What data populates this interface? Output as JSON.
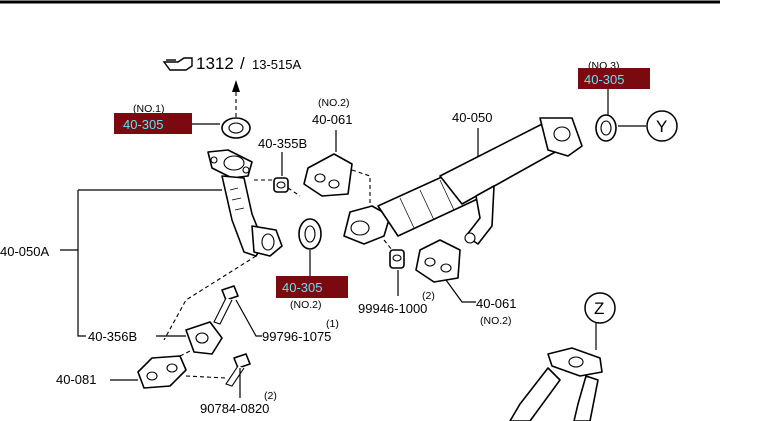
{
  "ref_top": {
    "main": "1312",
    "sub": "13-515A"
  },
  "callouts": {
    "gasket_1": {
      "part": "40-305",
      "note": "(NO.1)"
    },
    "gasket_2": {
      "part": "40-305",
      "note": "(NO.2)"
    },
    "gasket_3": {
      "part": "40-305",
      "note": "(NO.3)"
    },
    "nut_top": {
      "part": "40-355B"
    },
    "insulator_2a": {
      "part": "40-061",
      "note": "(NO.2)"
    },
    "insulator_2b": {
      "part": "40-061",
      "note": "(NO.2)"
    },
    "pipe": {
      "part": "40-050"
    },
    "front_pipe": {
      "part": "40-050A"
    },
    "bracket": {
      "part": "40-356B"
    },
    "bolt_1": {
      "part": "99796-1075",
      "qty": "(1)"
    },
    "bolt_2": {
      "part": "90784-0820",
      "qty": "(2)"
    },
    "hanger": {
      "part": "40-081"
    },
    "nut_2": {
      "part": "99946-1000",
      "qty": "(2)"
    }
  },
  "connectors": {
    "y": "Y",
    "z": "Z"
  },
  "colors": {
    "highlight_bg": "#7a0a10",
    "highlight_text": "#5ce6f2"
  }
}
